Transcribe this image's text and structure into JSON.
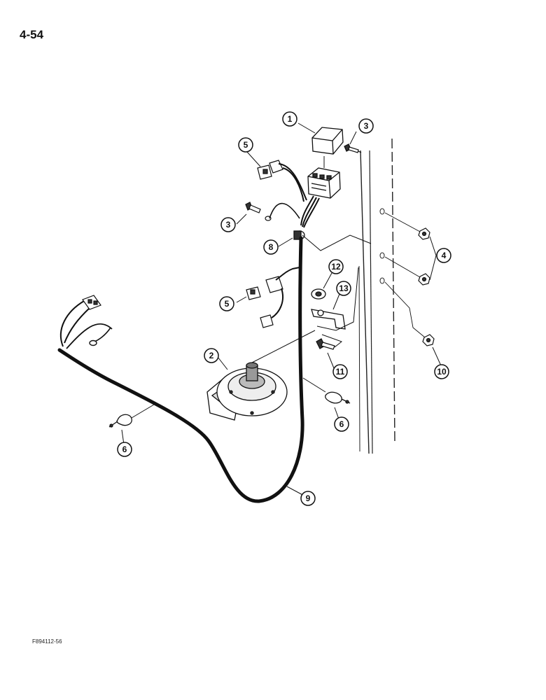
{
  "page": {
    "number": "4-54",
    "figure_id": "F894112-56"
  },
  "callouts": [
    {
      "id": "c1",
      "label": "1"
    },
    {
      "id": "c3a",
      "label": "3"
    },
    {
      "id": "c5a",
      "label": "5"
    },
    {
      "id": "c3b",
      "label": "3"
    },
    {
      "id": "c8",
      "label": "8"
    },
    {
      "id": "c4",
      "label": "4"
    },
    {
      "id": "c12",
      "label": "12"
    },
    {
      "id": "c13",
      "label": "13"
    },
    {
      "id": "c5b",
      "label": "5"
    },
    {
      "id": "c2",
      "label": "2"
    },
    {
      "id": "c11",
      "label": "11"
    },
    {
      "id": "c10",
      "label": "10"
    },
    {
      "id": "c6a",
      "label": "6"
    },
    {
      "id": "c6b",
      "label": "6"
    },
    {
      "id": "c9",
      "label": "9"
    }
  ]
}
